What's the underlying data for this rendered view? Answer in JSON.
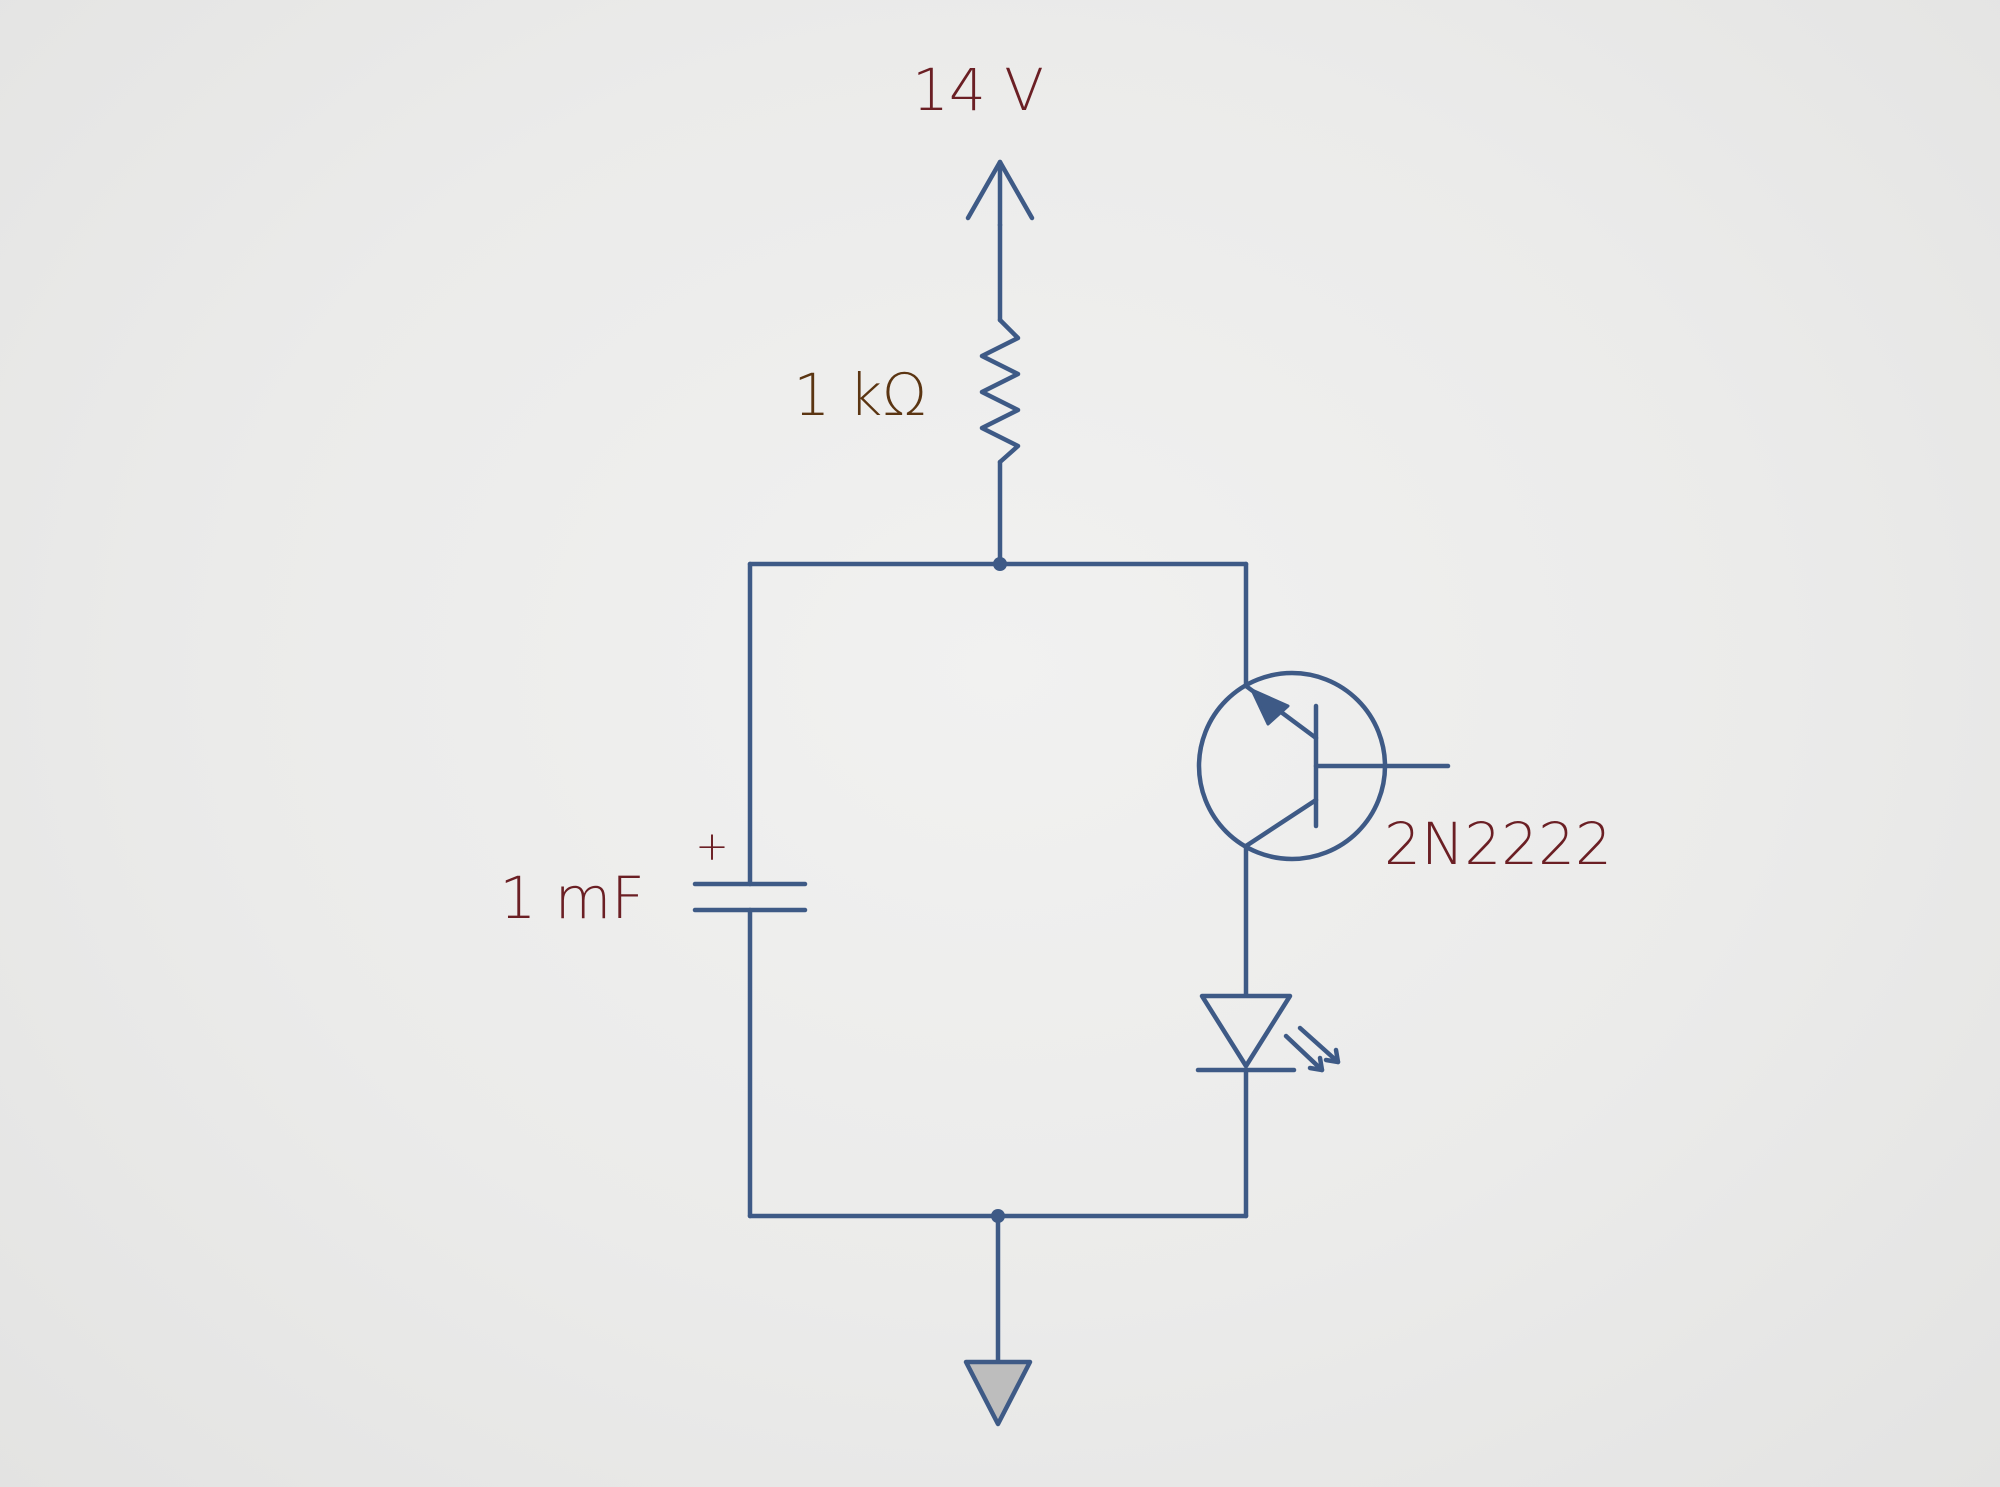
{
  "colors": {
    "background": "#ebebeb",
    "wire": "#3e5a86",
    "label_red": "#6b1f24",
    "label_brown": "#5b3512",
    "ground_fill": "#bdbdbd"
  },
  "labels": {
    "supply": "14 V",
    "resistor": "1 kΩ",
    "capacitor": "1 mF",
    "capacitor_polarity": "+",
    "transistor": "2N2222"
  }
}
